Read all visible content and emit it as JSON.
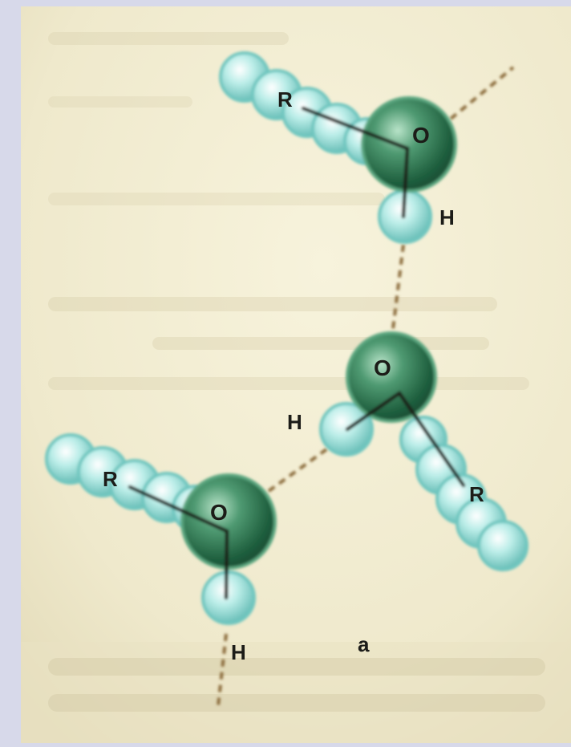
{
  "figure": {
    "panel_label": "a",
    "atom_labels": {
      "oxygen": "O",
      "hydrogen": "H",
      "alkyl": "R"
    }
  },
  "colors": {
    "page_border": "#d7d9ea",
    "paper": "#f1ecd2",
    "oxygen": "#2f7a55",
    "hydrogen": "#8fd6d0",
    "alkyl": "#8fd6d0",
    "hbond": "#8a6a3a",
    "bond": "#1a1a16"
  }
}
